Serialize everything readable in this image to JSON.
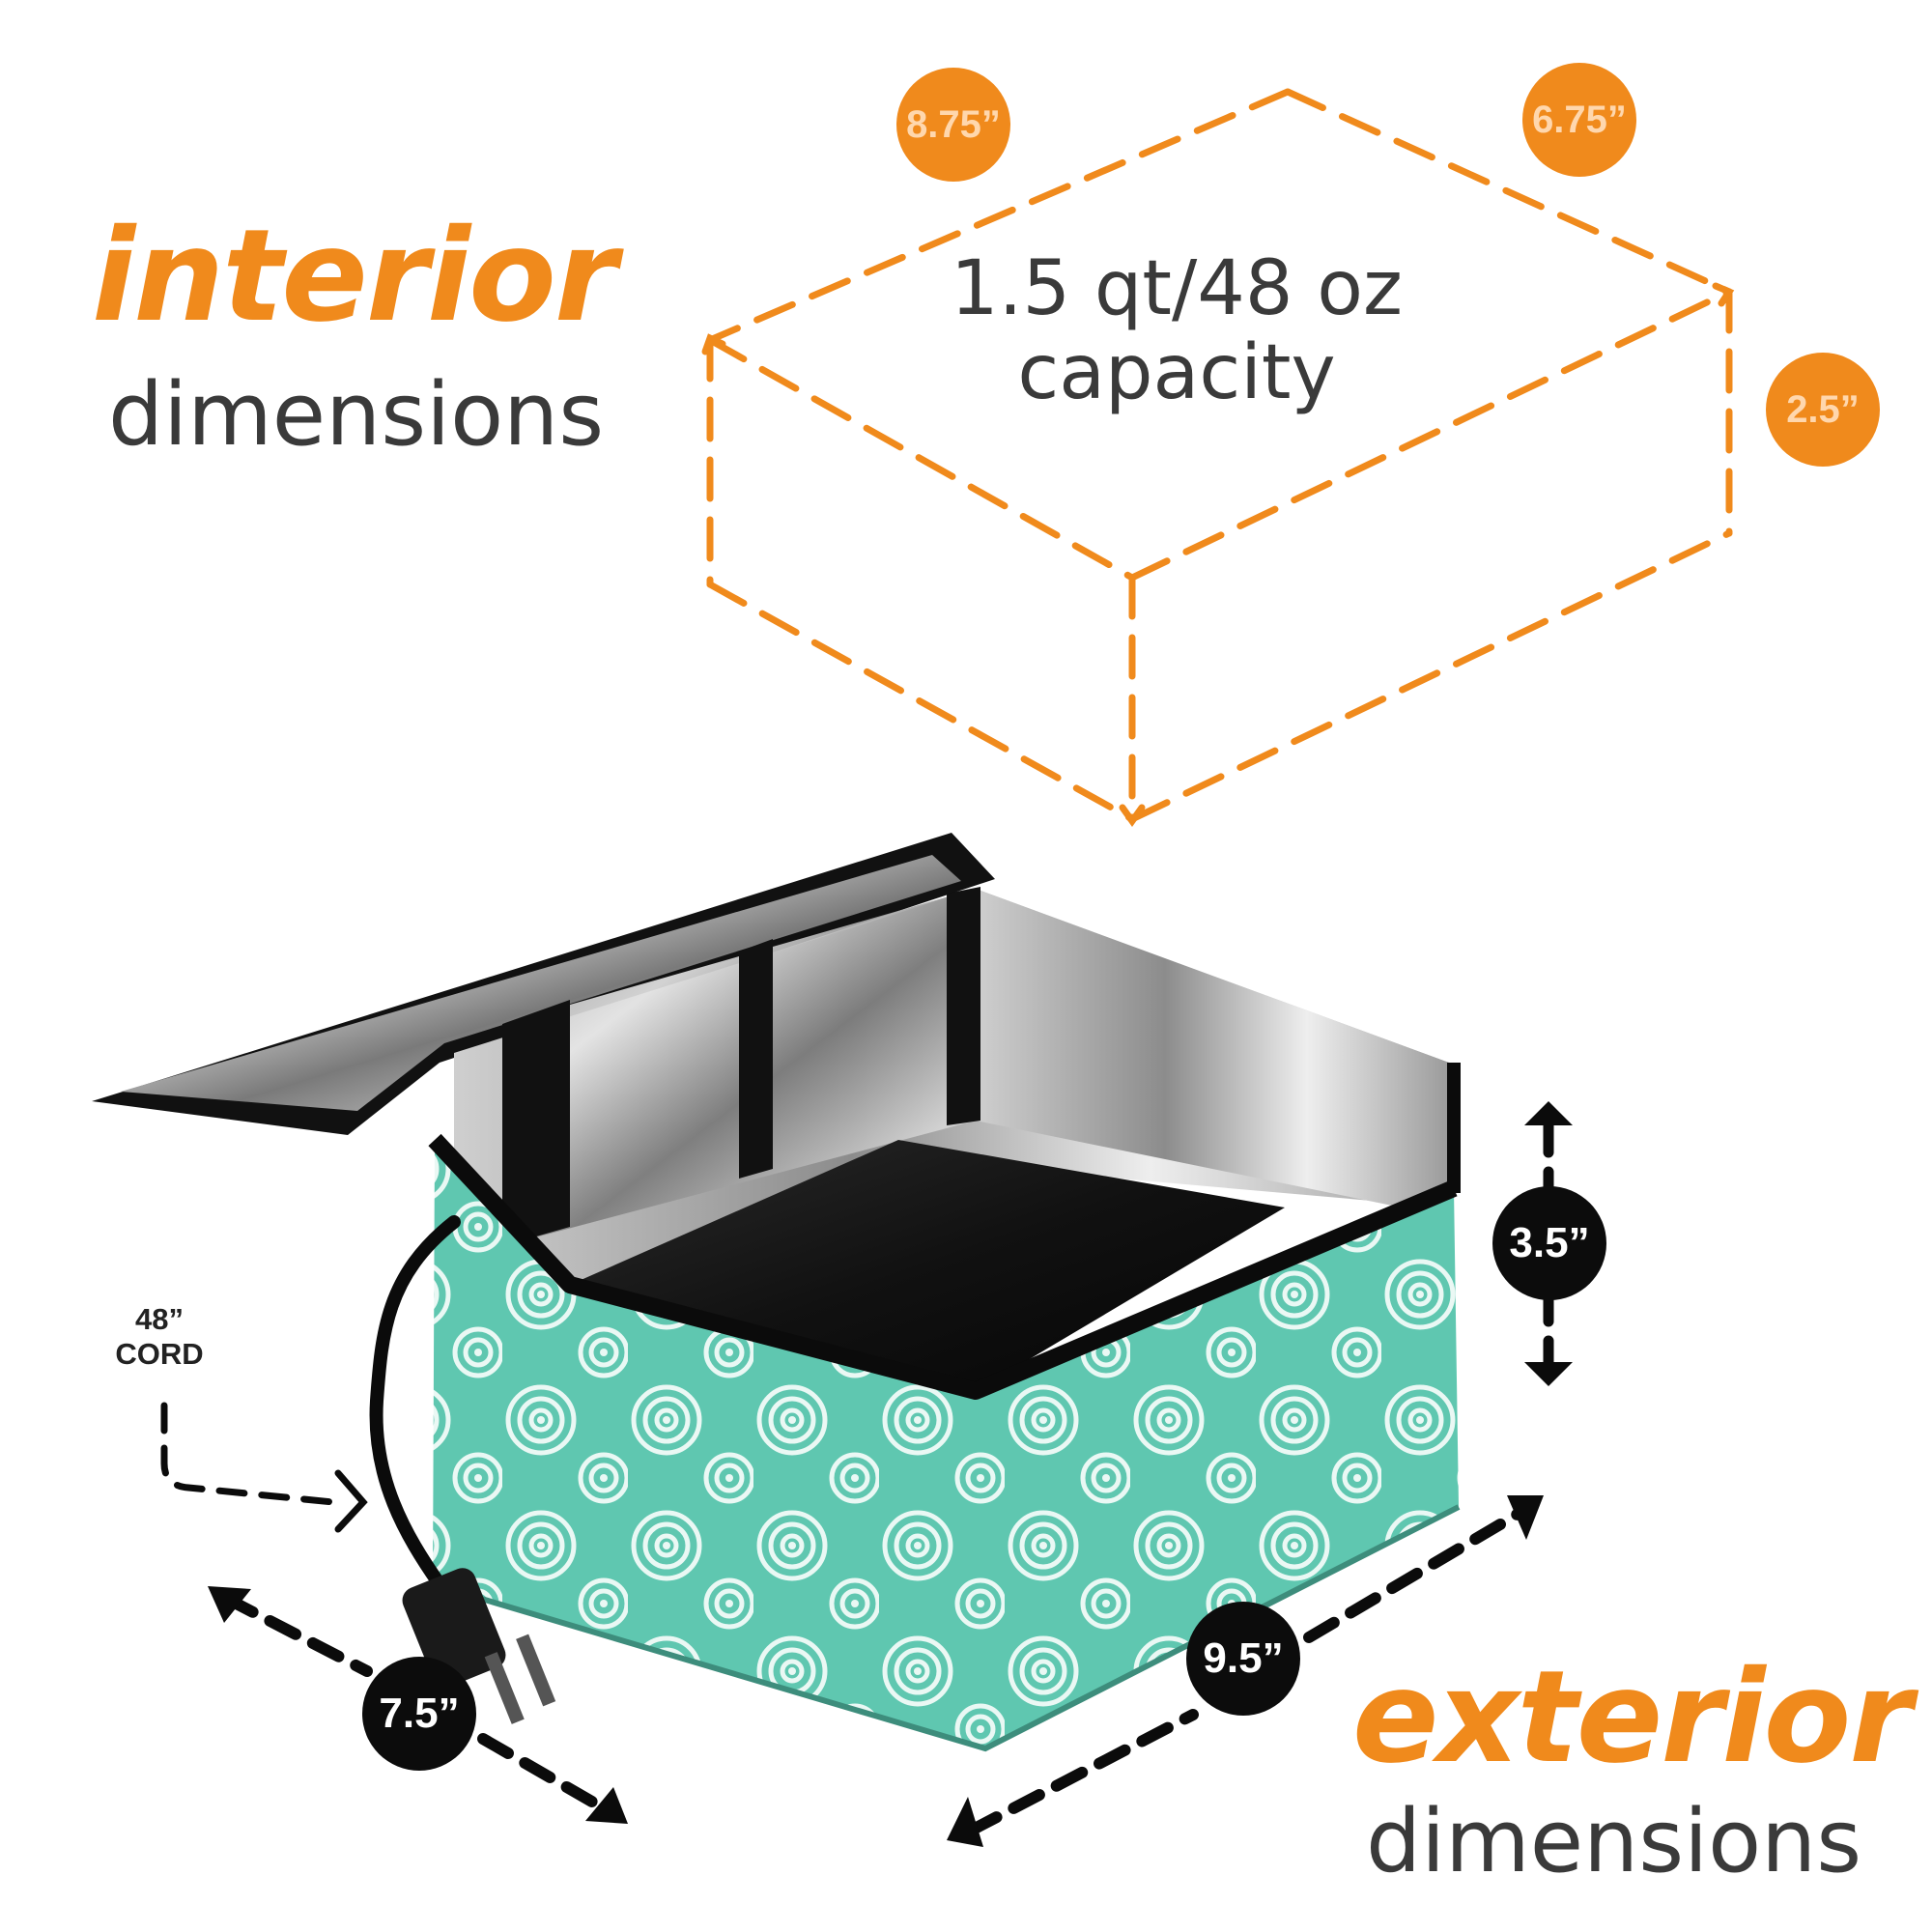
{
  "interior": {
    "title": "interior",
    "subtitle": "dimensions",
    "capacity_line1": "1.5 qt/48 oz",
    "capacity_line2": "capacity",
    "length": "8.75”",
    "width": "6.75”",
    "height": "2.5”"
  },
  "exterior": {
    "title": "exterior",
    "subtitle": "dimensions",
    "height": "3.5”",
    "length": "9.5”",
    "depth": "7.5”"
  },
  "cord": {
    "line1": "48”",
    "line2": "CORD"
  },
  "colors": {
    "accent": "#f08a1c",
    "text": "#3a3a3a",
    "bag_teal": "#5fc7b0",
    "badge_black": "#0c0c0c"
  }
}
